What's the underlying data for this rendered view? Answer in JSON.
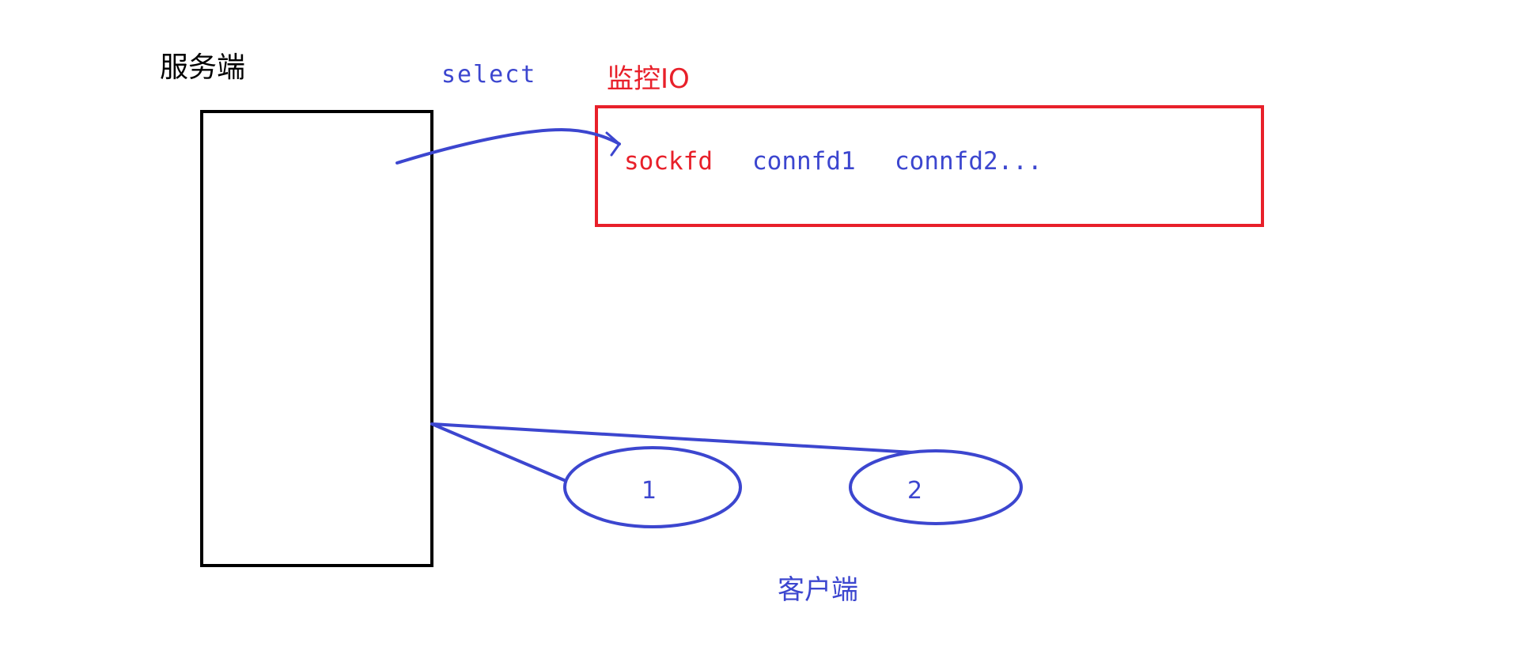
{
  "labels": {
    "server": "服务端",
    "select": "select",
    "monitor": "监控IO",
    "client": "客户端"
  },
  "fds": {
    "sockfd": "sockfd",
    "connfd1": "connfd1",
    "connfd2": "connfd2..."
  },
  "clients": [
    {
      "label": "1"
    },
    {
      "label": "2"
    }
  ],
  "colors": {
    "black": "#000000",
    "blue": "#3c46cf",
    "red": "#e8202a"
  }
}
